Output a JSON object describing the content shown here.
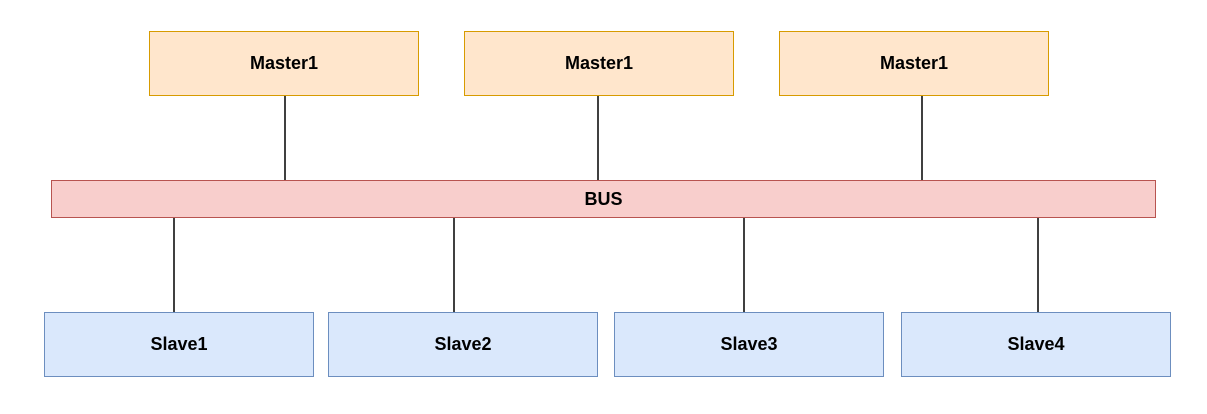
{
  "diagram": {
    "masters": [
      {
        "label": "Master1"
      },
      {
        "label": "Master1"
      },
      {
        "label": "Master1"
      }
    ],
    "bus": {
      "label": "BUS"
    },
    "slaves": [
      {
        "label": "Slave1"
      },
      {
        "label": "Slave2"
      },
      {
        "label": "Slave3"
      },
      {
        "label": "Slave4"
      }
    ]
  }
}
